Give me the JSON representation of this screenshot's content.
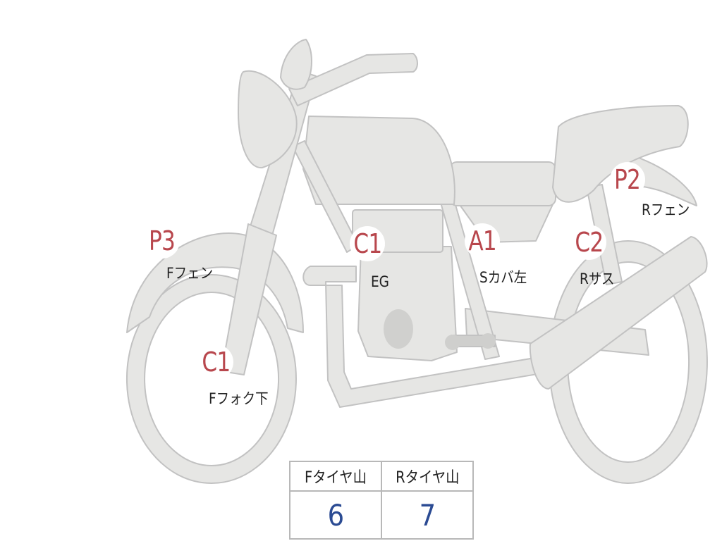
{
  "colors": {
    "bike_fill": "#e6e6e4",
    "bike_stroke": "#c2c2c2",
    "hub": "#d0d0ce",
    "code_red": "#b8474d",
    "value_blue": "#2b4b93",
    "label_text": "#222222"
  },
  "markers": [
    {
      "code": "P3",
      "label": "Fフェン"
    },
    {
      "code": "C1",
      "label": "Fフォク下"
    },
    {
      "code": "C1",
      "label": "EG"
    },
    {
      "code": "A1",
      "label": "Sカバ左"
    },
    {
      "code": "C2",
      "label": "Rサス"
    },
    {
      "code": "P2",
      "label": "Rフェン"
    }
  ],
  "tread": {
    "front_label": "Fタイヤ山",
    "rear_label": "Rタイヤ山",
    "front_value": "6",
    "rear_value": "7"
  }
}
